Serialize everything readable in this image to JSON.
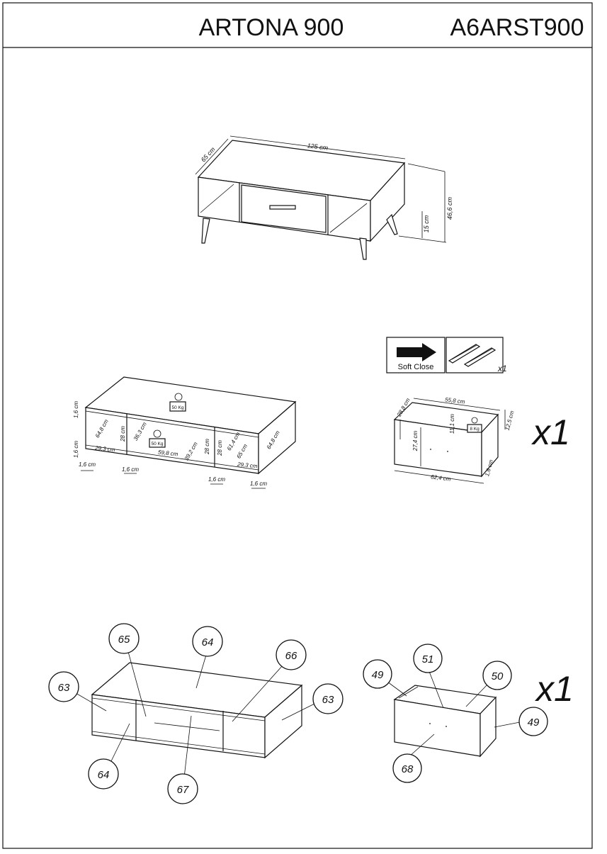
{
  "header": {
    "product_name": "ARTONA 900",
    "product_code": "A6ARST900"
  },
  "overview": {
    "width": "125 cm",
    "depth": "65 cm",
    "height": "46,6 cm",
    "leg_height": "15 cm"
  },
  "hardware": {
    "soft_close_label": "Soft Close",
    "slides_qty": "x1"
  },
  "body_dims": {
    "top_thickness": "1,6 cm",
    "bottom_thickness": "1,6 cm",
    "left_depth": "64,8 cm",
    "left_width": "29,3 cm",
    "left_inner_height": "28 cm",
    "middle_depth": "36,3 cm",
    "middle_width": "59,8 cm",
    "middle_inner_depth": "39,2 cm",
    "middle_inner_height": "28 cm",
    "right_inner_height": "28 cm",
    "right_depth_a": "61,4 cm",
    "right_depth_b": "65 cm",
    "right_width": "29,3 cm",
    "side_depth": "64,8 cm",
    "panel_1": "1,6 cm",
    "panel_2": "1,6 cm",
    "panel_3": "1,6 cm",
    "panel_4": "1,6 cm",
    "top_load": "50 Kg",
    "shelf_load": "50 Kg"
  },
  "drawer_dims": {
    "depth": "28,8 cm",
    "inner_width": "55,8 cm",
    "inner_height": "11,1 cm",
    "load": "8 Kg",
    "side_height": "12,5 cm",
    "front_height": "27,4 cm",
    "front_thickness": "1,6 cm",
    "front_width": "62,4 cm",
    "qty": "x1"
  },
  "parts_body": {
    "p63_left": "63",
    "p65": "65",
    "p64_top": "64",
    "p66": "66",
    "p63_right": "63",
    "p64_bottom": "64",
    "p67": "67"
  },
  "parts_drawer": {
    "p49_left": "49",
    "p51": "51",
    "p50": "50",
    "p49_right": "49",
    "p68": "68",
    "qty": "x1"
  }
}
